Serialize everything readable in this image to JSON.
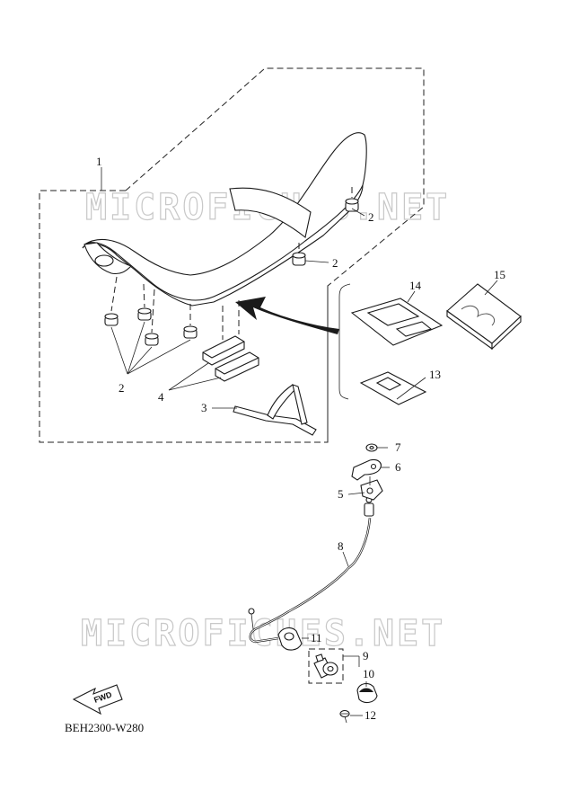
{
  "watermark": "MICROFICHES.NET",
  "diagram_code": "BEH2300-W280",
  "fwd_label": "FWD",
  "callouts": {
    "c1": "1",
    "c2a": "2",
    "c2b": "2",
    "c2c": "2",
    "c3": "3",
    "c4": "4",
    "c5": "5",
    "c6": "6",
    "c7": "7",
    "c8": "8",
    "c9": "9",
    "c10": "10",
    "c11": "11",
    "c12": "12",
    "c13": "13",
    "c14": "14",
    "c15": "15"
  }
}
